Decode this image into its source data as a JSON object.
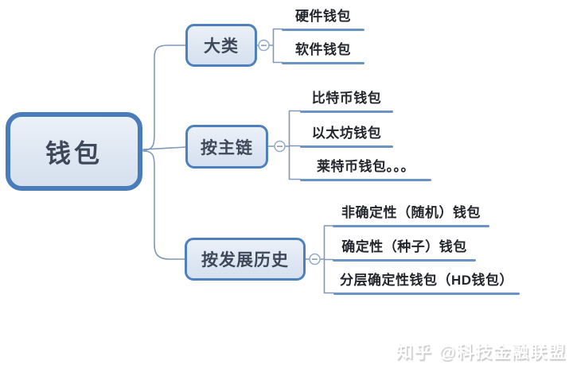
{
  "diagram": {
    "title_semantics": "wallet classification mind map",
    "root": {
      "label": "钱包"
    },
    "branches": [
      {
        "label": "大类",
        "collapse_icon": "−",
        "leaves": [
          {
            "label": "硬件钱包"
          },
          {
            "label": "软件钱包"
          }
        ]
      },
      {
        "label": "按主链",
        "collapse_icon": "−",
        "leaves": [
          {
            "label": "比特币钱包"
          },
          {
            "label": "以太坊钱包"
          },
          {
            "label": "莱特币钱包。。。"
          }
        ]
      },
      {
        "label": "按发展历史",
        "collapse_icon": "−",
        "leaves": [
          {
            "label": "非确定性（随机）钱包"
          },
          {
            "label": "确定性（种子）钱包"
          },
          {
            "label": "分层确定性钱包（HD钱包）"
          }
        ]
      }
    ],
    "colors": {
      "node_border": "#4e80bd",
      "node_fill_top": "#ecf1f8",
      "node_fill_bottom": "#d7e1ef",
      "node_text": "#3e4859",
      "leaf_text": "#23262c",
      "underline": "#6b94c4",
      "connector": "#8099ba",
      "background": "#ffffff"
    },
    "watermark": {
      "text": "知乎 @科技金融联盟"
    }
  }
}
